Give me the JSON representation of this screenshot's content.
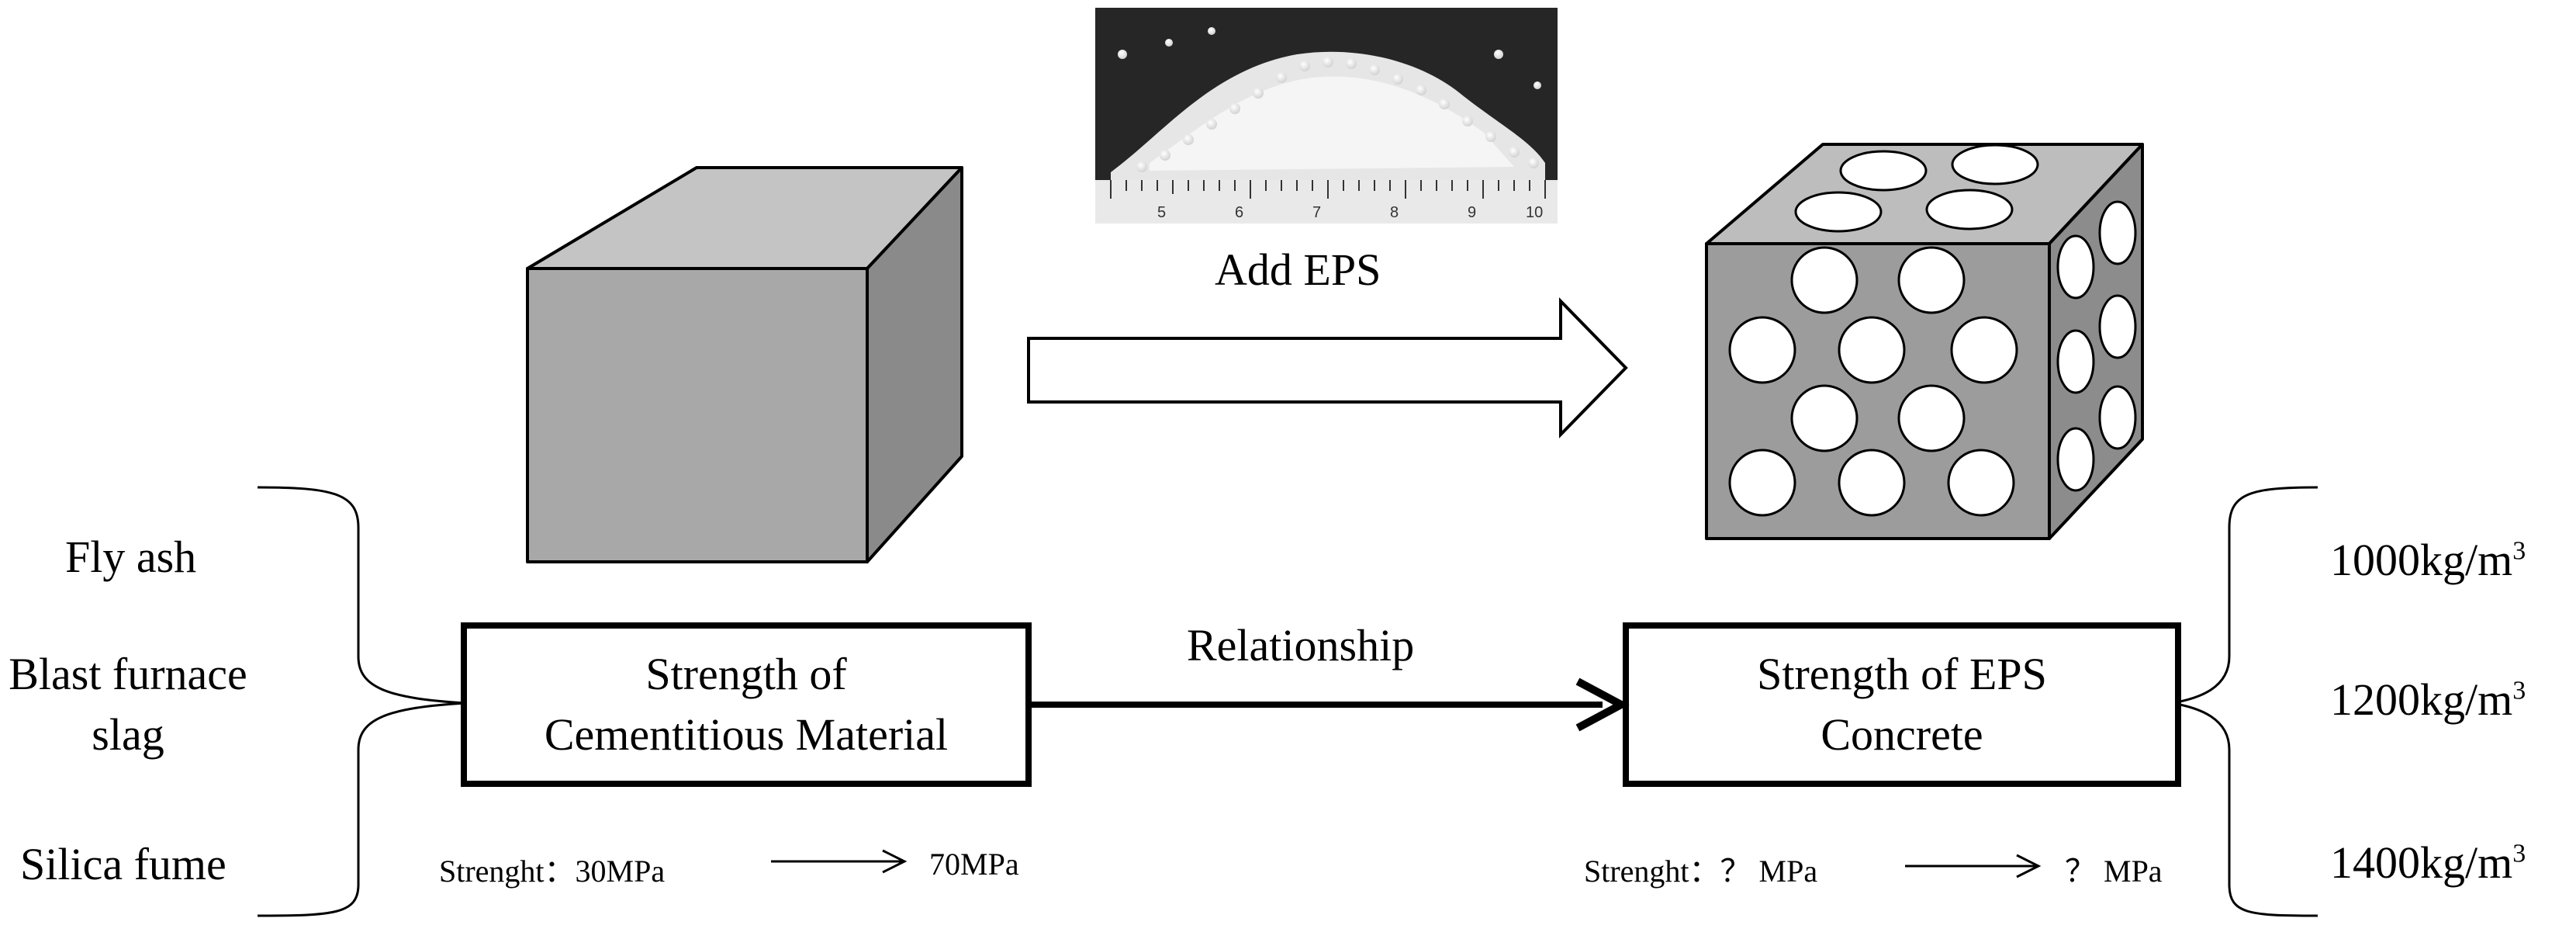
{
  "left_materials": {
    "fly_ash": "Fly ash",
    "blast_furnace_line1": "Blast furnace",
    "blast_furnace_line2": "slag",
    "silica_fume": "Silica fume"
  },
  "add_eps": "Add EPS",
  "relationship": "Relationship",
  "box_left": {
    "line1": "Strength of",
    "line2": "Cementitious Material"
  },
  "box_right": {
    "line1": "Strength of EPS",
    "line2": "Concrete"
  },
  "strength_left": {
    "label": "Strenght：30MPa",
    "end": "70MPa"
  },
  "strength_right": {
    "label": "Strenght：？ MPa",
    "end": "？ MPa"
  },
  "densities": {
    "d1": "1000kg/m",
    "d2": "1200kg/m",
    "d3": "1400kg/m",
    "sup": "3"
  },
  "ruler_ticks": [
    "5",
    "6",
    "7",
    "8",
    "9",
    "10"
  ],
  "colors": {
    "cube_front": "#a8a8a8",
    "cube_top": "#c4c4c4",
    "cube_side": "#8a8a8a",
    "eps_front": "#9c9c9c",
    "eps_top": "#bdbdbd",
    "eps_side": "#8c8c8c"
  }
}
